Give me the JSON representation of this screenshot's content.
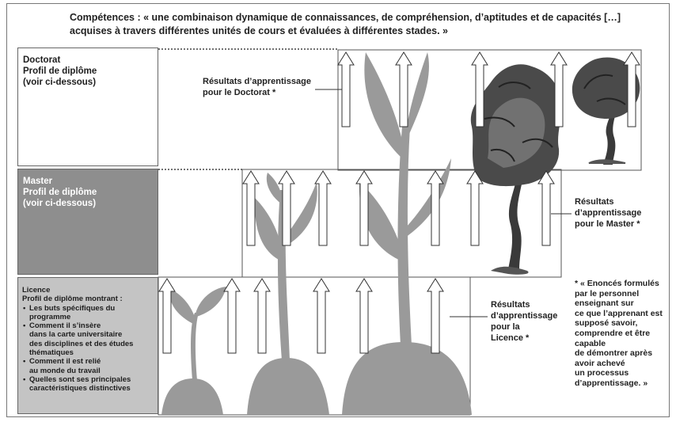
{
  "title": {
    "line1": "Compétences : « une combinaison dynamique de connaissances, de compréhension, d’aptitudes et de capacités […]",
    "line2": "acquises à travers différentes unités de cours et évaluées à différentes stades. »"
  },
  "levels": {
    "doctorat": {
      "name": "Doctorat",
      "line2": "Profil de diplôme",
      "line3": "(voir ci-dessous)"
    },
    "master": {
      "name": "Master",
      "line2": "Profil de diplôme",
      "line3": "(voir ci-dessous)"
    },
    "licence": {
      "name": "Licence",
      "line2": "Profil de diplôme montrant :",
      "bullets": [
        [
          "Les buts spécifiques du",
          "programme"
        ],
        [
          "Comment il s’insère",
          "dans la carte universitaire",
          "des disciplines et des études",
          "thématiques"
        ],
        [
          "Comment il est relié",
          "au monde du travail"
        ],
        [
          "Quelles sont ses principales",
          "caractéristiques distinctives"
        ]
      ]
    }
  },
  "annotations": {
    "doctorat": [
      "Résultats d’apprentissage",
      "pour le Doctorat *"
    ],
    "master": [
      "Résultats",
      "d’apprentissage",
      "pour le Master *"
    ],
    "licence": [
      "Résultats",
      "d’apprentissage",
      "pour la",
      "Licence *"
    ]
  },
  "footnote": [
    "* « Enoncés formulés",
    "par le personnel",
    "enseignant sur",
    "ce  que l’apprenant est",
    "supposé savoir,",
    "comprendre et être",
    "capable",
    "de  démontrer après",
    "avoir achevé",
    "un processus",
    "d’apprentissage. »"
  ],
  "colors": {
    "plant": "#9a9a9a",
    "tree_dark": "#3a3a3a",
    "master_box": "#8e8e8e",
    "licence_box": "#c4c4c4"
  },
  "icons": [
    "up-arrow-icon",
    "seedling-illustration",
    "tree-illustration"
  ]
}
